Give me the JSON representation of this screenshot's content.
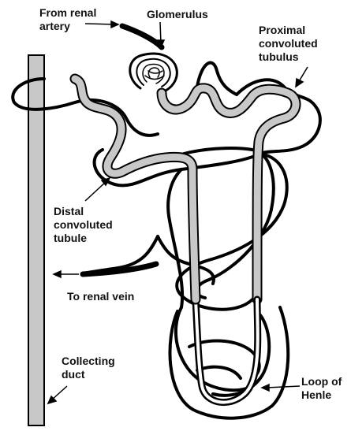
{
  "labels": {
    "from_renal_artery": "From renal\nartery",
    "glomerulus": "Glomerulus",
    "proximal_tubule": "Proximal\nconvoluted\ntubulus",
    "distal_tubule": "Distal\nconvoluted\ntubule",
    "renal_vein": "To renal vein",
    "collecting_duct": "Collecting\nduct",
    "loop_of_henle": "Loop of\nHenle"
  },
  "colors": {
    "line": "#000000",
    "tubule_fill": "#c8c8c8",
    "duct_fill": "#c8c8c8",
    "text": "#111111"
  }
}
